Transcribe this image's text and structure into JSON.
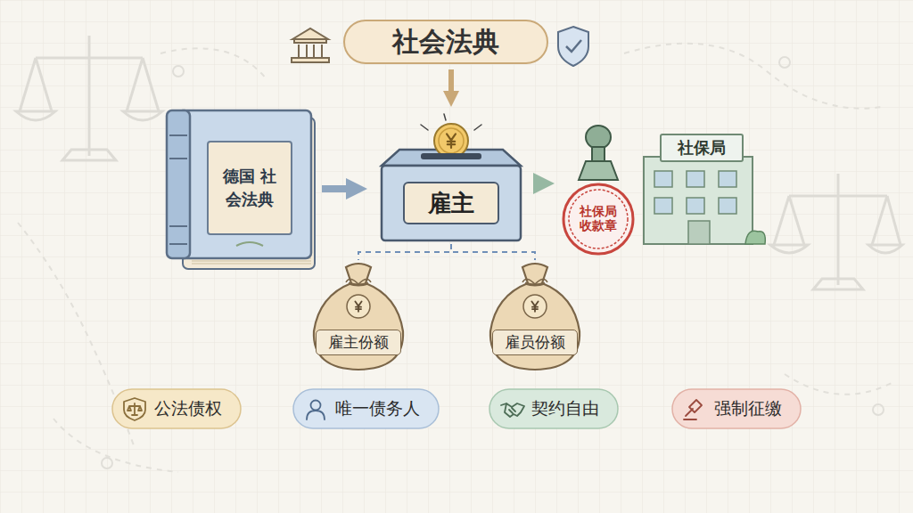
{
  "diagram": {
    "nodes": [
      {
        "text": [
          "社会法典"
        ]
      },
      {
        "text": [
          "德国 社会法典"
        ]
      },
      {
        "text": [
          "雇主"
        ]
      },
      {
        "text": [
          "社保局 收款章"
        ]
      },
      {
        "text": [
          "社保局"
        ]
      },
      {
        "text": [
          "雇主份额"
        ]
      },
      {
        "text": [
          "雇员份额"
        ]
      },
      {
        "text": [
          "公法债权"
        ]
      },
      {
        "text": [
          "唯一债务人"
        ]
      },
      {
        "text": [
          "契约自由"
        ]
      },
      {
        "text": [
          "强制征缴"
        ]
      }
    ],
    "edges": [
      {
        "from": 0,
        "to": 2,
        "arrow": "to"
      },
      {
        "from": 1,
        "to": 2,
        "arrow": "to"
      },
      {
        "from": 2,
        "to": 3,
        "arrow": "to"
      },
      {
        "from": 2,
        "to": 5,
        "arrow": "none"
      },
      {
        "from": 2,
        "to": 6,
        "arrow": "none"
      }
    ]
  }
}
